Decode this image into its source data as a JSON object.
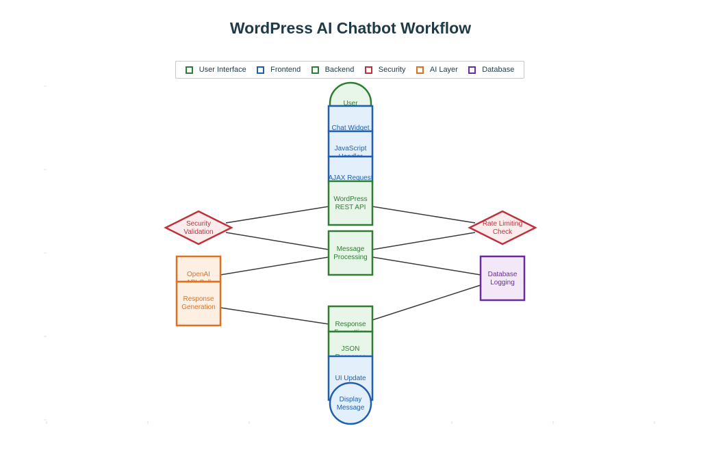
{
  "title": "WordPress AI Chatbot Workflow",
  "legend": [
    {
      "label": "User Interface",
      "color": "#2e7d32"
    },
    {
      "label": "Frontend",
      "color": "#1f5fae"
    },
    {
      "label": "Backend",
      "color": "#2e7d32"
    },
    {
      "label": "Security",
      "color": "#c0303a"
    },
    {
      "label": "AI Layer",
      "color": "#e07020"
    },
    {
      "label": "Database",
      "color": "#6a2aa0"
    }
  ],
  "nodes": {
    "user": [
      "User"
    ],
    "chat_widget": [
      "Chat Widget"
    ],
    "js_handler": [
      "JavaScript",
      "Handler"
    ],
    "ajax_request": [
      "AJAX Request"
    ],
    "rest_api": [
      "WordPress",
      "REST API"
    ],
    "security": [
      "Security",
      "Validation"
    ],
    "rate_limit": [
      "Rate Limiting",
      "Check"
    ],
    "message_processing": [
      "Message",
      "Processing"
    ],
    "openai": [
      "OpenAI",
      "API Call"
    ],
    "response_generation": [
      "Response",
      "Generation"
    ],
    "db_logging": [
      "Database",
      "Logging"
    ],
    "response_formatting": [
      "Response",
      "Formatting"
    ],
    "json_response": [
      "JSON",
      "Response"
    ],
    "ui_update": [
      "UI Update"
    ],
    "display_message": [
      "Display",
      "Message"
    ]
  }
}
